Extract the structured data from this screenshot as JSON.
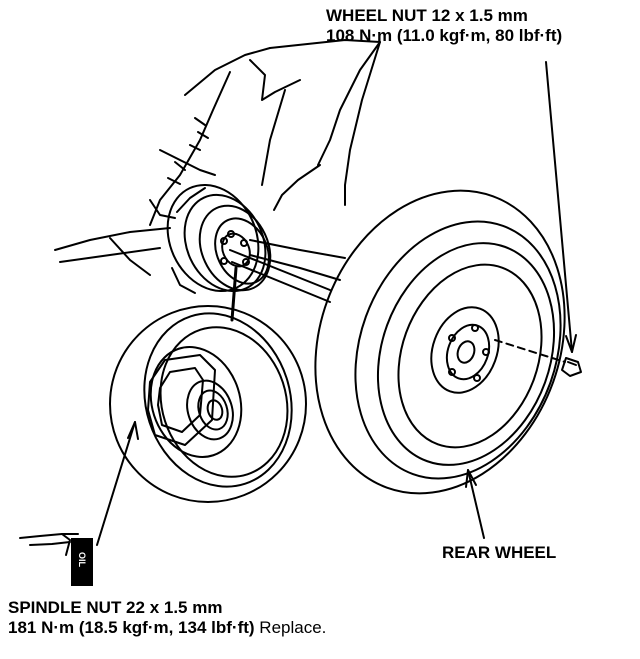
{
  "labels": {
    "wheel_nut": {
      "title": "WHEEL NUT 12 x 1.5 mm",
      "torque": "108 N·m (11.0 kgf·m, 80 lbf·ft)"
    },
    "rear_wheel": "REAR WHEEL",
    "spindle_nut": {
      "title": "SPINDLE NUT 22 x 1.5 mm",
      "torque": "181 N·m (18.5 kgf·m, 134 lbf·ft)",
      "note": "Replace."
    },
    "tool_tag": "OIL"
  },
  "colors": {
    "ink": "#000000",
    "paper": "#ffffff"
  }
}
